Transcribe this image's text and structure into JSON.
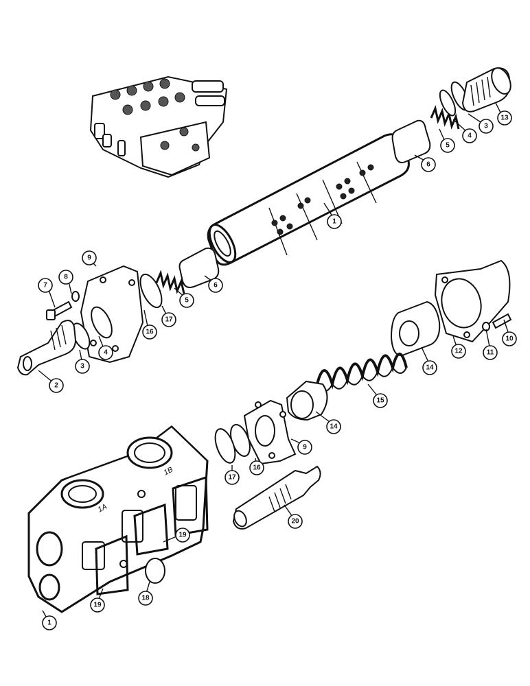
{
  "diagram": {
    "callouts": [
      {
        "id": "c13a",
        "label": "13"
      },
      {
        "id": "c3a",
        "label": "3"
      },
      {
        "id": "c4a",
        "label": "4"
      },
      {
        "id": "c5a",
        "label": "5"
      },
      {
        "id": "c6a",
        "label": "6"
      },
      {
        "id": "c1a",
        "label": "1"
      },
      {
        "id": "c9a",
        "label": "9"
      },
      {
        "id": "c8",
        "label": "8"
      },
      {
        "id": "c7",
        "label": "7"
      },
      {
        "id": "c6b",
        "label": "6"
      },
      {
        "id": "c5b",
        "label": "5"
      },
      {
        "id": "c17a",
        "label": "17"
      },
      {
        "id": "c16a",
        "label": "16"
      },
      {
        "id": "c4b",
        "label": "4"
      },
      {
        "id": "c3b",
        "label": "3"
      },
      {
        "id": "c2",
        "label": "2"
      },
      {
        "id": "c12",
        "label": "12"
      },
      {
        "id": "c11",
        "label": "11"
      },
      {
        "id": "c10",
        "label": "10"
      },
      {
        "id": "c14a",
        "label": "14"
      },
      {
        "id": "c15",
        "label": "15"
      },
      {
        "id": "c14b",
        "label": "14"
      },
      {
        "id": "c9b",
        "label": "9"
      },
      {
        "id": "c16b",
        "label": "16"
      },
      {
        "id": "c17b",
        "label": "17"
      },
      {
        "id": "c20",
        "label": "20"
      },
      {
        "id": "c19a",
        "label": "19"
      },
      {
        "id": "c18",
        "label": "18"
      },
      {
        "id": "c19b",
        "label": "19"
      },
      {
        "id": "c1b",
        "label": "1"
      }
    ],
    "port_marks": {
      "port_1a": "1A",
      "port_1b": "1B"
    }
  }
}
